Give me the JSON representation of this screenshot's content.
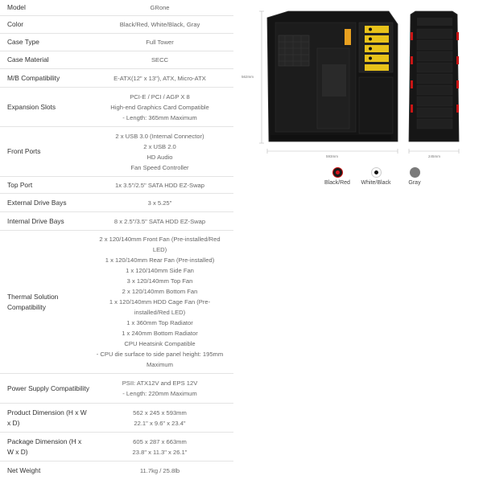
{
  "specs": [
    {
      "label": "Model",
      "lines": [
        "GRone"
      ]
    },
    {
      "label": "Color",
      "lines": [
        "Black/Red, White/Black, Gray"
      ]
    },
    {
      "label": "Case Type",
      "lines": [
        "Full Tower"
      ]
    },
    {
      "label": "Case Material",
      "lines": [
        "SECC"
      ]
    },
    {
      "label": "M/B Compatibility",
      "lines": [
        "E-ATX(12\" x 13\"), ATX, Micro-ATX"
      ]
    },
    {
      "label": "Expansion Slots",
      "lines": [
        "PCI-E / PCI / AGP X 8",
        "High-end Graphics Card Compatible",
        "- Length: 365mm Maximum"
      ]
    },
    {
      "label": "Front Ports",
      "lines": [
        "2 x USB 3.0 (Internal Connector)",
        "2 x USB 2.0",
        "HD Audio",
        "Fan Speed Controller"
      ]
    },
    {
      "label": "Top Port",
      "lines": [
        "1x 3.5\"/2.5\" SATA HDD EZ-Swap"
      ]
    },
    {
      "label": "External Drive Bays",
      "lines": [
        "3 x 5.25\""
      ]
    },
    {
      "label": "Internal Drive Bays",
      "lines": [
        "8 x 2.5\"/3.5\" SATA HDD EZ-Swap"
      ]
    },
    {
      "label": "Thermal Solution Compatibility",
      "lines": [
        "2 x 120/140mm Front Fan (Pre-installed/Red",
        "LED)",
        "1 x 120/140mm Rear Fan (Pre-installed)",
        "1 x 120/140mm Side Fan",
        "3 x 120/140mm Top Fan",
        "2 x 120/140mm Bottom Fan",
        "1 x 120/140mm HDD Cage Fan (Pre-",
        "installed/Red LED)",
        "1 x 360mm Top Radiator",
        "1 x 240mm Bottom Radiator",
        "CPU Heatsink Compatible",
        "- CPU die surface to side panel height: 195mm",
        "Maximum"
      ]
    },
    {
      "label": "Power Supply Compatibility",
      "lines": [
        "PSII: ATX12V and EPS 12V",
        "- Length: 220mm Maximum"
      ]
    },
    {
      "label": "Product Dimension (H x W x D)",
      "lines": [
        "562 x 245 x 593mm",
        "22.1\" x 9.6\" x 23.4\""
      ]
    },
    {
      "label": "Package Dimension (H x W x D)",
      "lines": [
        "605 x 287 x 663mm",
        "23.8\" x 11.3\" x 26.1\""
      ]
    },
    {
      "label": "Net Weight",
      "lines": [
        "11.7kg / 25.8lb"
      ]
    }
  ],
  "dimensions": {
    "height": "562mm",
    "depth": "593mm",
    "width": "245mm"
  },
  "swatches": [
    {
      "name": "Black/Red",
      "color": "#1a1a1a",
      "inner": "#d9141c",
      "ring": "#cc1111"
    },
    {
      "name": "White/Black",
      "color": "#ffffff",
      "inner": "#111111",
      "ring": "#cccccc"
    },
    {
      "name": "Gray",
      "color": "#7a7a7a",
      "inner": "#7a7a7a",
      "ring": "#7a7a7a"
    }
  ]
}
